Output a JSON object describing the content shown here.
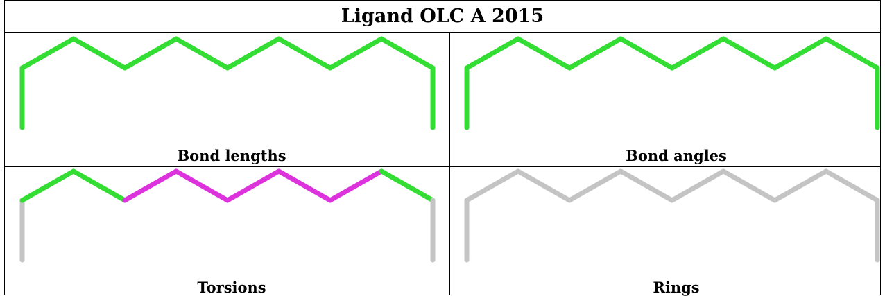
{
  "title": "Ligand OLC A 2015",
  "panels": [
    {
      "caption": "Bond lengths",
      "highlight": [
        0,
        1,
        2,
        3,
        4,
        5,
        6,
        7,
        8,
        9
      ]
    },
    {
      "caption": "Bond angles",
      "highlight": [
        0,
        1,
        2,
        3,
        4,
        5,
        6,
        7,
        8,
        9
      ]
    },
    {
      "caption": "Torsions",
      "highlight": [
        1,
        2,
        8
      ],
      "torsion": [
        3,
        4,
        5,
        6,
        7
      ]
    },
    {
      "caption": "Rings",
      "highlight": []
    }
  ],
  "colors": {
    "good": "#33dd33",
    "torsion": "#dd33dd",
    "neutral": "#c4c4c4"
  }
}
